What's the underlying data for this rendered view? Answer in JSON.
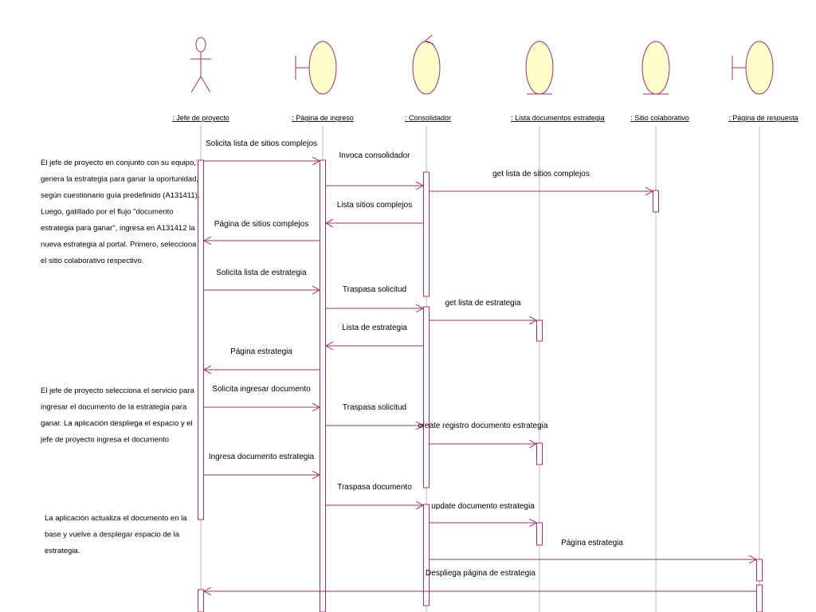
{
  "colors": {
    "line": "#a0306a",
    "lifeline": "#b9b9b9",
    "bubble_fill": "#ffffcc",
    "bubble_stroke": "#a0306a"
  },
  "objects": [
    {
      "id": "actor",
      "kind": "actor",
      "label": ": Jefe de proyecto"
    },
    {
      "id": "pagina",
      "kind": "boundary",
      "label": ": Página de ingreso"
    },
    {
      "id": "consolidador",
      "kind": "control",
      "label": ": Consolidador"
    },
    {
      "id": "lista",
      "kind": "entity",
      "label": ": Lista documentos estrategia"
    },
    {
      "id": "sitio",
      "kind": "entity",
      "label": ": Sitio colaborativo"
    },
    {
      "id": "respuesta",
      "kind": "boundary",
      "label": ": Página de respuesta"
    }
  ],
  "messages": [
    {
      "label": "Solicita lista de sitios complejos",
      "from": "actor",
      "to": "pagina"
    },
    {
      "label": "Invoca consolidador",
      "from": "pagina",
      "to": "consolidador"
    },
    {
      "label": "get lista de sitios complejos",
      "from": "consolidador",
      "to": "sitio"
    },
    {
      "label": "Lista sitios complejos",
      "from": "consolidador",
      "to": "pagina"
    },
    {
      "label": "Página de sitios complejos",
      "from": "pagina",
      "to": "actor"
    },
    {
      "label": "Solicita lista de estrategia",
      "from": "actor",
      "to": "pagina"
    },
    {
      "label": "Traspasa solicitud",
      "from": "pagina",
      "to": "consolidador"
    },
    {
      "label": "get  lista de estrategia",
      "from": "consolidador",
      "to": "lista"
    },
    {
      "label": "Lista de estrategia",
      "from": "consolidador",
      "to": "pagina"
    },
    {
      "label": "Página estrategia",
      "from": "pagina",
      "to": "actor"
    },
    {
      "label": "Solicita ingresar documento",
      "from": "actor",
      "to": "pagina"
    },
    {
      "label": "Traspasa solicitud",
      "from": "pagina",
      "to": "consolidador"
    },
    {
      "label": "create registro documento estrategia",
      "from": "consolidador",
      "to": "lista"
    },
    {
      "label": "Ingresa documento estrategia",
      "from": "actor",
      "to": "pagina"
    },
    {
      "label": "Traspasa documento",
      "from": "pagina",
      "to": "consolidador"
    },
    {
      "label": "update documento estrategia",
      "from": "consolidador",
      "to": "lista"
    },
    {
      "label": "Página estrategia",
      "from": "consolidador",
      "to": "respuesta"
    },
    {
      "label": "Despliega página de estrategia",
      "from": "respuesta",
      "to": "actor"
    }
  ],
  "notes": [
    {
      "lines": [
        "El jefe de proyecto en conjunto con su equipo,",
        "genera la estrategia para ganar la oportunidad,",
        "según cuestionario guía predefinido (A131411).",
        "Luego, gatillado por el flujo \"documento",
        "estrategia para ganar\", ingresa en A131412 la",
        "nueva estrategia al portal. Primero, selecciona",
        "el sitio colaborativo respectivo."
      ]
    },
    {
      "lines": [
        "El jefe de proyecto selecciona el servicio para",
        "ingresar el documento de la estrategia para",
        "ganar. La aplicación despliega el espacio y el",
        "jefe de proyecto ingresa el documento"
      ]
    },
    {
      "lines": [
        "La aplicación actualiza el documento en la",
        "base y vuelve a desplegar espacio de la",
        "estrategia."
      ]
    }
  ]
}
